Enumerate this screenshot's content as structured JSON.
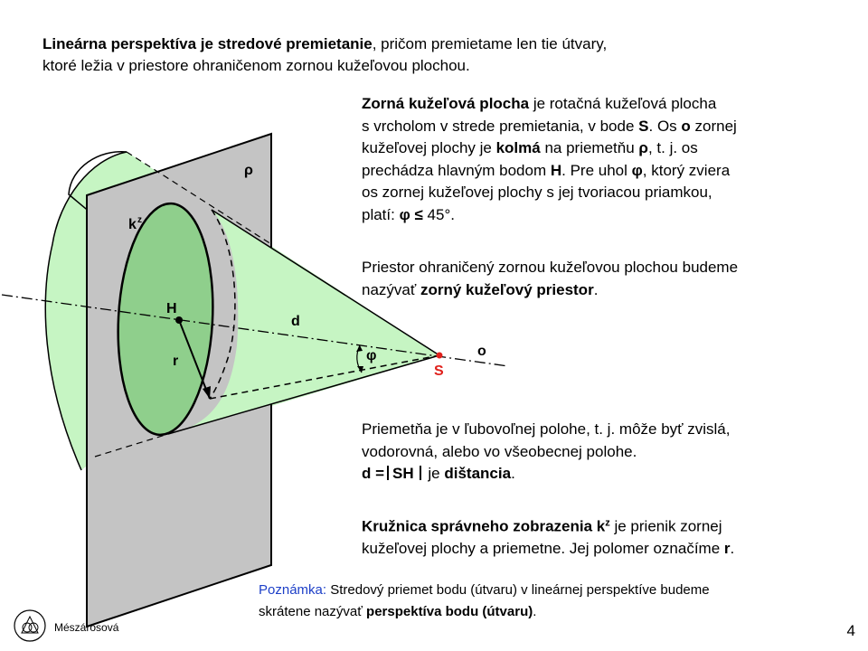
{
  "intro": {
    "bold_part": "Lineárna perspektíva je stredové premietanie",
    "rest_line1": ", pričom premietame len tie útvary,",
    "line2": "ktoré ležia v priestore ohraničenom zornou kužeľovou plochou."
  },
  "para1": {
    "t1": "Zorná kužeľová plocha",
    "t2": " je rotačná kužeľová plocha",
    "t3": "s vrcholom v strede premietania, v bode ",
    "t4": "S",
    "t5": ". Os ",
    "t6": "o",
    "t7": " zornej",
    "t8": "kužeľovej plochy je ",
    "t9": "kolmá",
    "t10": " na priemetňu ",
    "t11": "ρ",
    "t12": ", t. j. os",
    "t13": "prechádza hlavným bodom ",
    "t14": "H",
    "t15": ". Pre uhol ",
    "t16": "φ",
    "t17": ", ktorý zviera",
    "t18": "os zornej kužeľovej plochy s jej tvoriacou priamkou,",
    "t19": "platí: ",
    "t20": "φ ≤",
    "t21": " 45°."
  },
  "para2": {
    "t1": "Priestor ohraničený zornou kužeľovou plochou budeme",
    "t2": "nazývať ",
    "t3": "zorný kužeľový priestor",
    "t4": "."
  },
  "para3": {
    "t1": "Priemetňa je v ľubovoľnej polohe, t. j. môže byť zvislá,",
    "t2": "vodorovná, alebo vo všeobecnej polohe.",
    "t3": "d =",
    "t4": "SH",
    "t5": " je ",
    "t6": "dištancia",
    "t7": "."
  },
  "para4": {
    "t1": "Kružnica správneho zobrazenia k",
    "t2": "z",
    "t3": " je prienik zornej",
    "t4": "kužeľovej plochy a priemetne. Jej polomer označíme ",
    "t5": "r",
    "t6": "."
  },
  "note": {
    "label": "Poznámka:",
    "t1": " Stredový priemet bodu (útvaru) v lineárnej perspektíve budeme",
    "t2": "skrátene nazývať ",
    "t3": "perspektíva bodu (útvaru)",
    "t4": "."
  },
  "figure": {
    "label_rho": "ρ",
    "label_k": "k",
    "label_k_sup": "z",
    "label_H": "H",
    "label_d": "d",
    "label_r": "r",
    "label_phi": "φ",
    "label_o": "o",
    "label_S": "S"
  },
  "footer": {
    "author": "Mészárosová",
    "page": "4"
  },
  "colors": {
    "cone_fill": "#c6f5c3",
    "plane_fill": "#c4c4c4",
    "disk_fill": "#8fcf8c",
    "accent_red": "#e0201b",
    "note_blue": "#1e40c8"
  }
}
